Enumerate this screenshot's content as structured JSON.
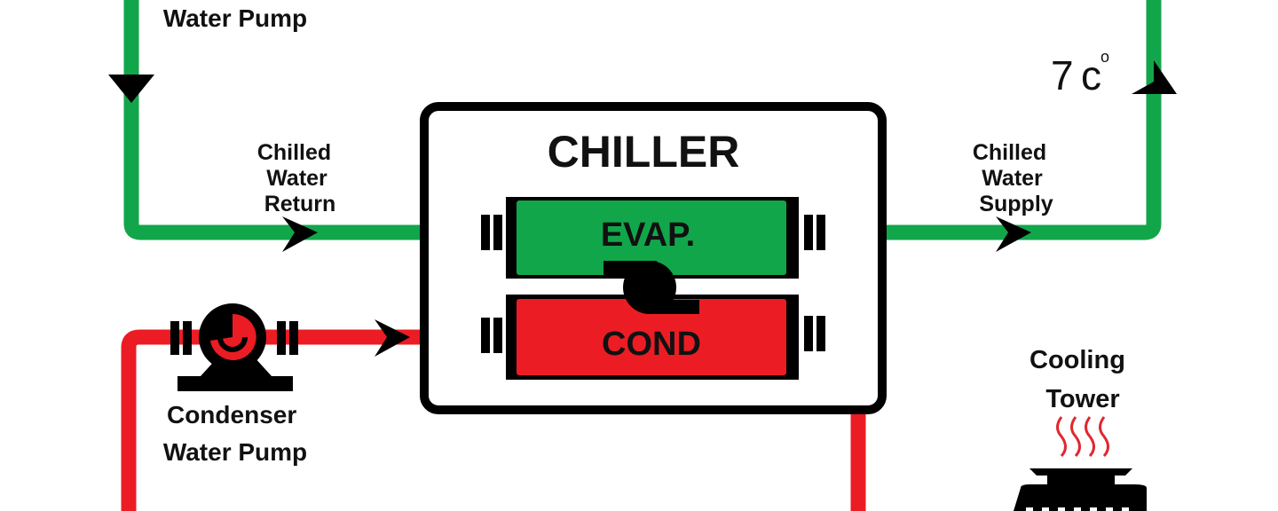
{
  "labels": {
    "chilled_pump_tail": "Water Pump",
    "chilled_return": [
      "Chilled",
      "Water",
      "Return"
    ],
    "chilled_supply": [
      "Chilled",
      "Water",
      "Supply"
    ],
    "supply_temp_value": "7",
    "supply_temp_unit": "c",
    "supply_temp_degree": "o",
    "chiller_title": "CHILLER",
    "evaporator": "EVAP.",
    "condenser": "COND",
    "condenser_pump": [
      "Condenser",
      "Water Pump"
    ],
    "cooling_tower": [
      "Cooling",
      "Tower"
    ]
  },
  "colors": {
    "chilled_water": "#12a64a",
    "condenser_water": "#ec1c24",
    "evaporator_fill": "#12a64a",
    "condenser_fill": "#ec1c24",
    "outline": "#000000",
    "steam": "#e0282e",
    "background": "#ffffff"
  },
  "icons": {
    "compressor": "compressor-icon",
    "pump": "pump-icon",
    "cooling_tower": "cooling-tower-icon",
    "steam": "steam-icon",
    "flanges": "pipe-flange-icon",
    "flow_arrow": "flow-arrow-icon"
  }
}
